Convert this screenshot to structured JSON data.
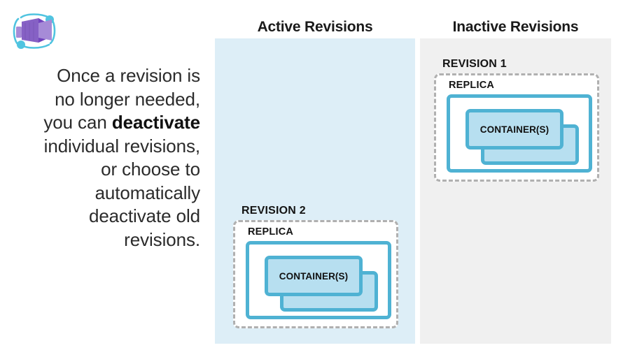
{
  "caption": {
    "line1": "Once a revision is",
    "line2": "no longer needed,",
    "line3_pre": "you can ",
    "line3_bold": "deactivate",
    "line4": "individual revisions,",
    "line5": "or choose to",
    "line6": "automatically",
    "line7": "deactivate old",
    "line8": "revisions."
  },
  "brand": {
    "icon": "azure-container-apps-icon",
    "purple": "#8661c5",
    "purple_dark": "#7143bd",
    "purple_light": "#a68bd7",
    "cyan": "#50c4e0"
  },
  "columns": [
    {
      "id": "active",
      "title": "Active Revisions",
      "background": "#ddeef7"
    },
    {
      "id": "inactive",
      "title": "Inactive Revisions",
      "background": "#f0f0f0"
    }
  ],
  "revisions": [
    {
      "id": "revision-1",
      "label": "REVISION 1",
      "column": "inactive",
      "replica_label": "REPLICA",
      "container_label": "CONTAINER(S)",
      "container_count": 2
    },
    {
      "id": "revision-2",
      "label": "REVISION 2",
      "column": "active",
      "replica_label": "REPLICA",
      "container_label": "CONTAINER(S)",
      "container_count": 2
    }
  ],
  "colors": {
    "container_fill": "#b7dff0",
    "container_border": "#4fb2d3",
    "replica_border": "#4fb2d3",
    "revision_border": "#b0b0b0",
    "text": "#141414"
  }
}
